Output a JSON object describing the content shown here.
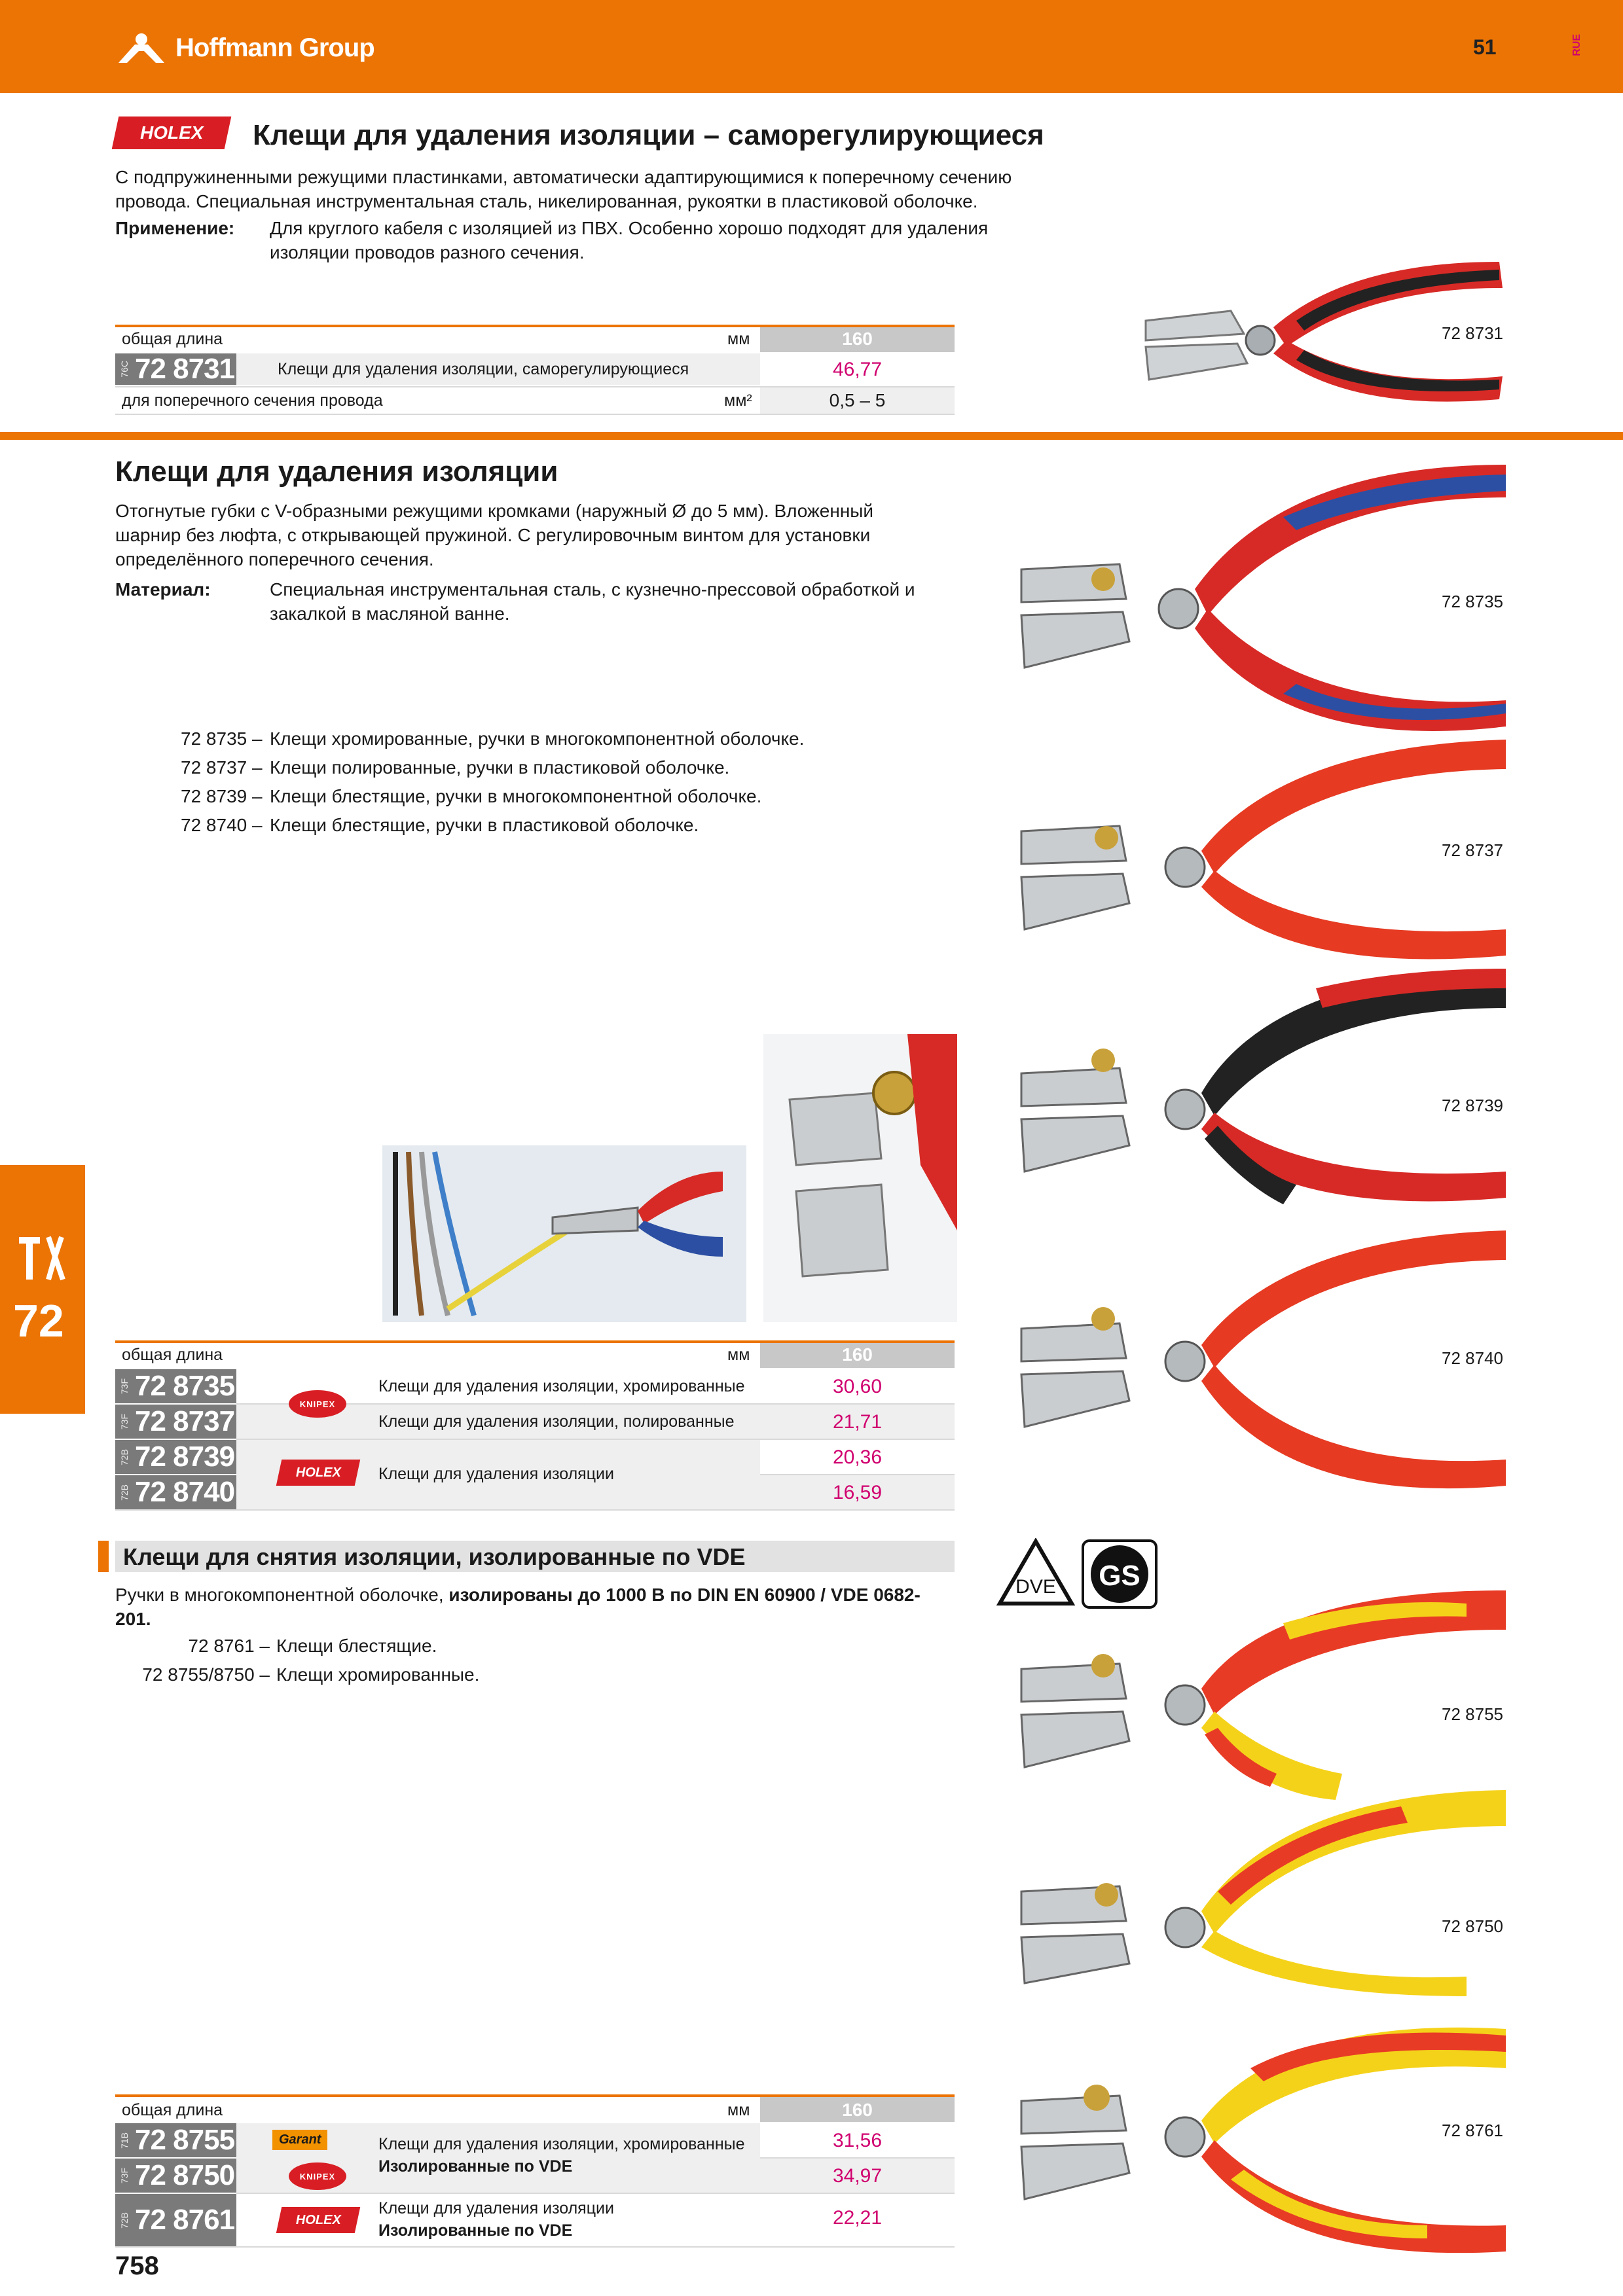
{
  "header": {
    "brand": "Hoffmann Group",
    "page_number": "51",
    "lang_code": "RUE"
  },
  "section1": {
    "brand_badge": "HOLEX",
    "title": "Клещи для удаления изоляции – саморегулирующиеся",
    "desc1": "С подпружиненными режущими пластинками, автоматически адаптирующимися к поперечному сечению",
    "desc2": "провода. Специальная инструментальная сталь, никелированная, рукоятки в пластиковой оболочке.",
    "app_label": "Применение:",
    "app1": "Для круглого кабеля с изоляцией из ПВХ. Особенно хорошо подходят для удаления",
    "app2": "изоляции проводов разного сечения.",
    "image_label": "72 8731",
    "table": {
      "header_label": "общая длина",
      "header_unit": "мм",
      "header_value": "160",
      "row": {
        "code": "76C",
        "article": "72 8731",
        "desc": "Клещи для удаления изоляции, саморегулирующиеся",
        "price": "46,77"
      },
      "footer_label": "для поперечного сечения провода",
      "footer_unit": "мм²",
      "footer_value": "0,5 – 5"
    }
  },
  "section2": {
    "title": "Клещи для удаления изоляции",
    "d1": "Отогнутые губки с V-образными режущими кромками (наружный Ø до 5 мм). Вложенный",
    "d2": "шарнир без люфта, с открывающей пружиной. С регулировочным винтом для установки",
    "d3": "определённого поперечного сечения.",
    "mat_label": "Материал:",
    "mat1": "Специальная инструментальная сталь, с кузнечно-прессовой обработкой и",
    "mat2": "закалкой в масляной ванне.",
    "list": [
      {
        "code": "72 8735 –",
        "text": "Клещи хромированные, ручки в многокомпонентной оболочке."
      },
      {
        "code": "72 8737 –",
        "text": "Клещи полированные, ручки в пластиковой оболочке."
      },
      {
        "code": "72 8739 –",
        "text": "Клещи блестящие, ручки в многокомпонентной оболочке."
      },
      {
        "code": "72 8740 –",
        "text": "Клещи блестящие, ручки в пластиковой оболочке."
      }
    ],
    "image_labels": [
      "72 8735",
      "72 8737",
      "72 8739",
      "72 8740"
    ],
    "side_tab_number": "72",
    "table": {
      "header_label": "общая длина",
      "header_unit": "мм",
      "header_value": "160",
      "rows": [
        {
          "code": "73F",
          "article": "72 8735",
          "desc": "Клещи для удаления изоляции, хромированные",
          "price": "30,60"
        },
        {
          "code": "73F",
          "article": "72 8737",
          "desc": "Клещи для удаления изоляции, полированные",
          "price": "21,71"
        },
        {
          "code": "72B",
          "article": "72 8739",
          "desc": "Клещи для удаления изоляции",
          "price": "20,36"
        },
        {
          "code": "72B",
          "article": "72 8740",
          "desc": "",
          "price": "16,59"
        }
      ],
      "brand_knipex": "KNIPEX",
      "brand_holex": "HOLEX"
    }
  },
  "section3": {
    "title": "Клещи для снятия изоляции, изолированные по VDE",
    "d1_normal": "Ручки в многокомпонентной оболочке, ",
    "d1_bold": "изолированы до 1000 В по DIN EN 60900 / VDE 0682-",
    "d2_bold": "201.",
    "list": [
      {
        "code": "72 8761 –",
        "text": "Клещи блестящие."
      },
      {
        "code": "72 8755/8750 –",
        "text": "Клещи хромированные."
      }
    ],
    "cert1": "DVE",
    "cert2": "GS",
    "image_labels": [
      "72 8755",
      "72 8750",
      "72 8761"
    ],
    "table": {
      "header_label": "общая длина",
      "header_unit": "мм",
      "header_value": "160",
      "rows": [
        {
          "code": "71B",
          "article": "72 8755",
          "brand": "Garant",
          "desc1": "Клещи для удаления изоляции, хромированные",
          "desc2": "",
          "price": "31,56"
        },
        {
          "code": "73F",
          "article": "72 8750",
          "brand": "KNIPEX",
          "desc1": "Изолированные по VDE",
          "desc2": "",
          "price": "34,97"
        },
        {
          "code": "72B",
          "article": "72 8761",
          "brand": "HOLEX",
          "desc1": "Клещи для удаления изоляции",
          "desc2": "Изолированные по VDE",
          "price": "22,21"
        }
      ]
    }
  },
  "footer": {
    "page_number": "758"
  }
}
